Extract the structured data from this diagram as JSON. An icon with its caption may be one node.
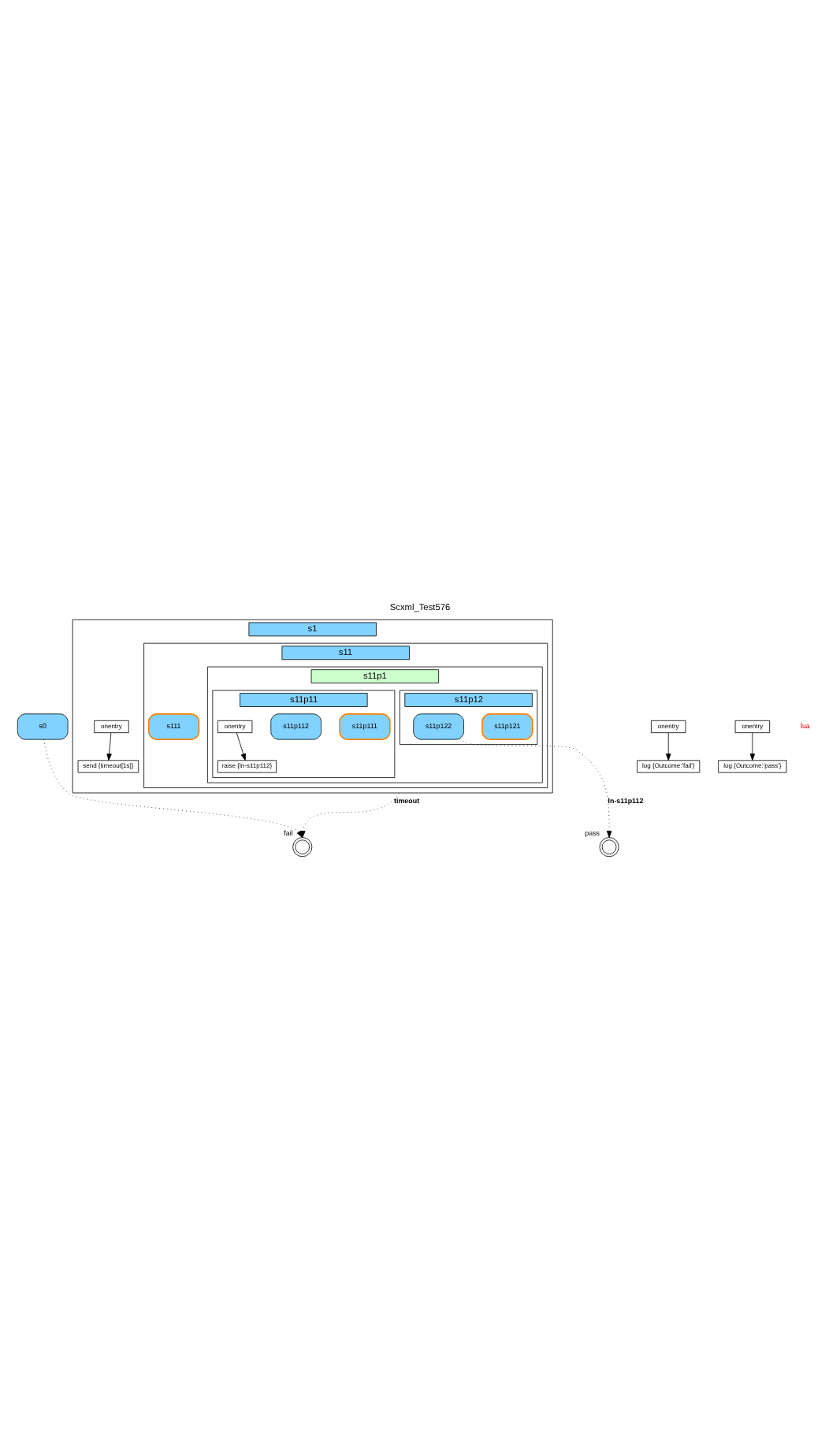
{
  "diagram": {
    "title": "Scxml_Test576",
    "nodes": [
      {
        "text": [
          "s0"
        ]
      },
      {
        "text": [
          "s1"
        ]
      },
      {
        "text": [
          "onentry"
        ],
        "in": 1
      },
      {
        "text": [
          "send {timeout[1s]}"
        ],
        "in": 1
      },
      {
        "text": [
          "s11"
        ],
        "in": 1
      },
      {
        "text": [
          "s111"
        ],
        "in": 4
      },
      {
        "text": [
          "s11p1"
        ],
        "in": 4
      },
      {
        "text": [
          "s11p11"
        ],
        "in": 6
      },
      {
        "text": [
          "s11p111"
        ],
        "in": 7
      },
      {
        "text": [
          "s11p112"
        ],
        "in": 7
      },
      {
        "text": [
          "onentry"
        ],
        "in": 7
      },
      {
        "text": [
          "raise {ln-s11p112}"
        ],
        "in": 7
      },
      {
        "text": [
          "s11p12"
        ],
        "in": 6
      },
      {
        "text": [
          "s11p121"
        ],
        "in": 12
      },
      {
        "text": [
          "s11p122"
        ],
        "in": 12
      },
      {
        "text": [],
        "shape": "circle",
        "beside": [
          "fail"
        ]
      },
      {
        "text": [
          "onentry"
        ]
      },
      {
        "text": [
          "log {Outcome:'fail'}"
        ]
      },
      {
        "text": [],
        "shape": "circle",
        "beside": [
          "pass"
        ]
      },
      {
        "text": [
          "onentry"
        ]
      },
      {
        "text": [
          "log {Outcome:'pass'}"
        ]
      }
    ],
    "edges": [
      {
        "from": 0,
        "to": 15,
        "arrow": "to",
        "style": "dashed"
      },
      {
        "from": 1,
        "to": 15,
        "arrow": "to",
        "label": "timeout",
        "style": "dashed"
      },
      {
        "from": 14,
        "to": 18,
        "arrow": "to",
        "label": "ln-s11p112",
        "style": "dashed"
      },
      {
        "from": 2,
        "to": 3,
        "arrow": "to"
      },
      {
        "from": 10,
        "to": 11,
        "arrow": "to"
      },
      {
        "from": 16,
        "to": 17,
        "arrow": "to"
      },
      {
        "from": 19,
        "to": 20,
        "arrow": "to"
      }
    ],
    "labels": [
      "lua"
    ]
  }
}
